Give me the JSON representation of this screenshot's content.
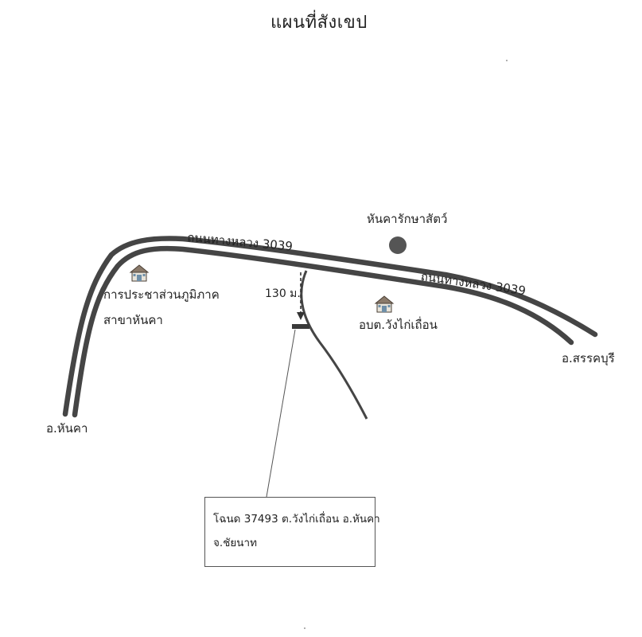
{
  "map": {
    "title": "แผนที่สังเขป",
    "landmarks": {
      "zoo": {
        "label": "หันคารักษาสัตว์",
        "color": "#555555"
      },
      "water_authority": {
        "line1": "การประชาส่วนภูมิภาค",
        "line2": "สาขาหันคา",
        "icon": "building-icon"
      },
      "tao": {
        "label": "อบต.วังไก่เถื่อน",
        "icon": "building-icon"
      }
    },
    "roads": {
      "highway_label_1": "ถนนทางหลวง 3039",
      "highway_label_2": "ถนนทางหลวง 3039",
      "road_color": "#444444"
    },
    "destinations": {
      "hankha": "อ.หันคา",
      "sanburi": "อ.สรรคบุรี"
    },
    "distance_label": "130 ม.",
    "deed_box": {
      "line1": "โฉนด 37493 ต.วังไก่เถื่อน  อ.หันคา",
      "line2": "จ.ชัยนาท"
    }
  }
}
